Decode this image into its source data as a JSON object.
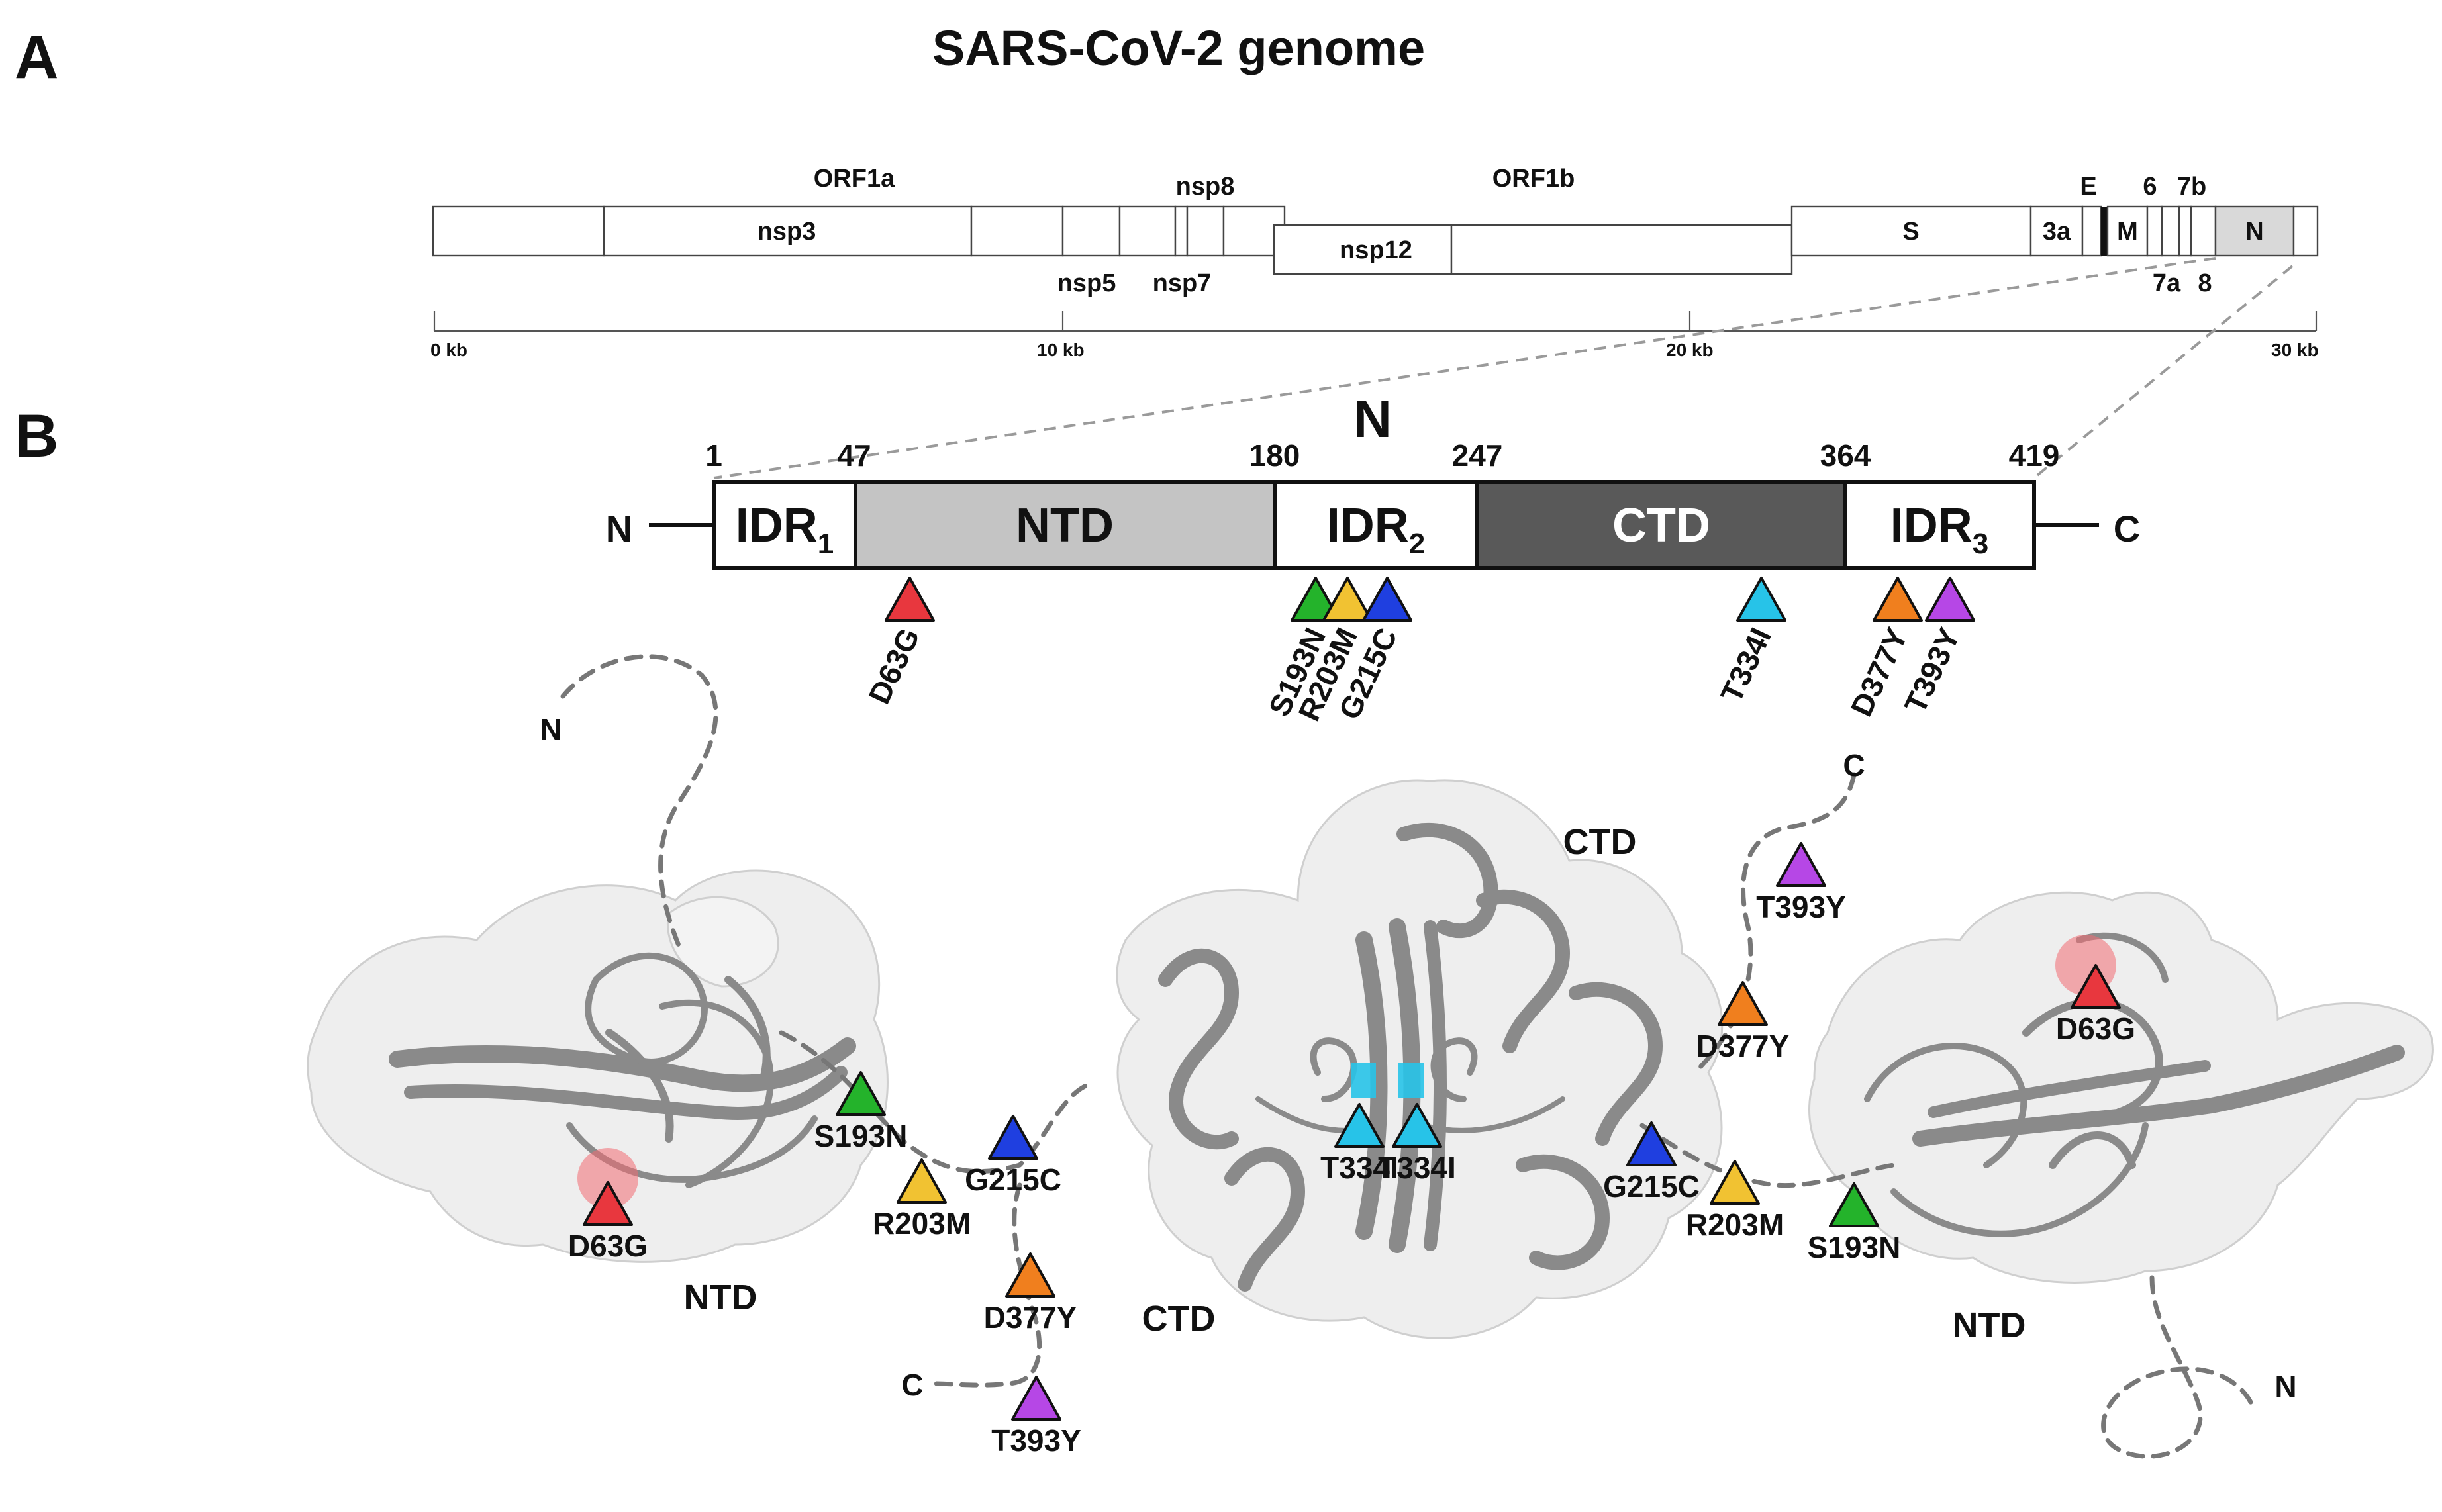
{
  "panel_a": {
    "letter": "A",
    "title": "SARS-CoV-2 genome",
    "labels": {
      "orf1a": "ORF1a",
      "orf1b": "ORF1b",
      "nsp3": "nsp3",
      "nsp5": "nsp5",
      "nsp7": "nsp7",
      "nsp8": "nsp8",
      "nsp12": "nsp12",
      "s": "S",
      "e": "E",
      "orf3a": "3a",
      "m": "M",
      "orf6": "6",
      "orf7a": "7a",
      "orf7b": "7b",
      "orf8": "8",
      "n": "N"
    },
    "scale_labels": [
      "0 kb",
      "10 kb",
      "20 kb",
      "30 kb"
    ]
  },
  "panel_b": {
    "letter": "B",
    "protein_title": "N",
    "n_term": "N",
    "c_term": "C",
    "domain_names": {
      "idr1": "IDR",
      "ntd": "NTD",
      "idr2": "IDR",
      "ctd": "CTD",
      "idr3": "IDR"
    },
    "domain_subscripts": {
      "idr1": "1",
      "idr2": "2",
      "idr3": "3"
    },
    "boundaries": [
      "1",
      "47",
      "180",
      "247",
      "364",
      "419"
    ],
    "mutations": [
      "D63G",
      "S193N",
      "R203M",
      "G215C",
      "T334I",
      "D377Y",
      "T393Y"
    ],
    "mutation_colors": {
      "D63G": "#e8373e",
      "S193N": "#24b32b",
      "R203M": "#f1c232",
      "G215C": "#1f3fe0",
      "T334I": "#27c3e8",
      "D377Y": "#f07f1e",
      "T393Y": "#b647e6"
    },
    "domain_colors": {
      "ntd": "#c4c4c4",
      "ctd": "#595959",
      "idr": "#ffffff"
    },
    "structure_labels": {
      "ntd": "NTD",
      "ctd": "CTD"
    },
    "terminus_labels": {
      "n": "N",
      "c": "C"
    }
  }
}
